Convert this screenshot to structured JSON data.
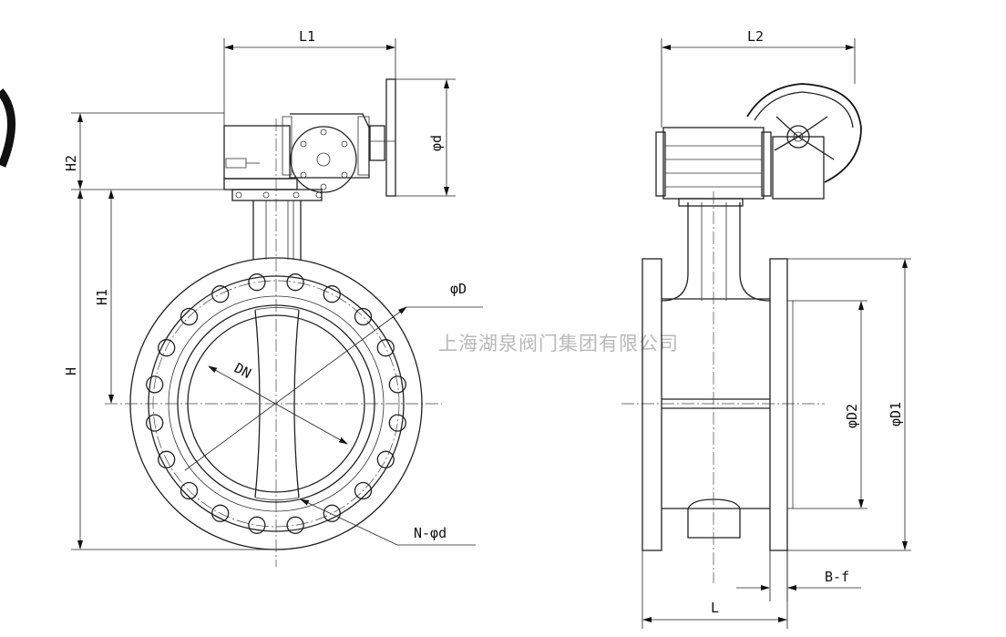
{
  "watermark": "上海湖泉阀门集团有限公司",
  "front_view": {
    "dims": {
      "L1": "L1",
      "H2": "H2",
      "H1": "H1",
      "H": "H",
      "phi_d": "φd",
      "phi_D": "φD",
      "DN": "DN",
      "N_phi_d": "N-φd"
    }
  },
  "side_view": {
    "dims": {
      "L2": "L2",
      "phi_D2": "φD2",
      "phi_D1": "φD1",
      "B_f": "B-f",
      "L": "L"
    }
  }
}
